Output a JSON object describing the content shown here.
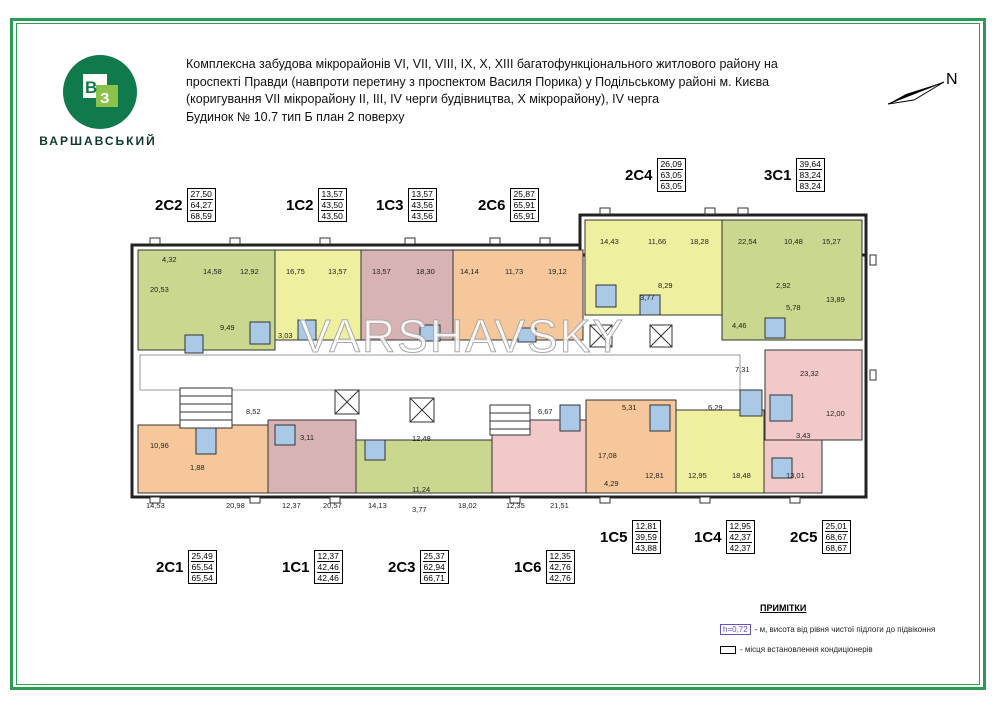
{
  "brand": {
    "logo_letters": "ВЗ",
    "name": "ВАРШАВСЬКИЙ"
  },
  "title_lines": [
    "Комплексна забудова мікрорайонів VI, VII, VIII, IX, X, XIII багатофункціонального житлового району на",
    "проспекті Правди (навпроти перетину з проспектом Василя Порика) у Подільському районі м. Києва",
    "(коригування VII мікрорайону II, III, IV черги будівництва, X мікрорайону),  IV  черга",
    "Будинок № 10.7   тип Б   план 2 поверху"
  ],
  "north_label": "N",
  "watermark": "VARSHAVSKY",
  "apartments": [
    {
      "code": "2С2",
      "v": [
        "27,50",
        "64,27",
        "68,59"
      ]
    },
    {
      "code": "1С2",
      "v": [
        "13,57",
        "43,50",
        "43,50"
      ]
    },
    {
      "code": "1С3",
      "v": [
        "13,57",
        "43,56",
        "43,56"
      ]
    },
    {
      "code": "2С6",
      "v": [
        "25,87",
        "65,91",
        "65,91"
      ]
    },
    {
      "code": "2С4",
      "v": [
        "26,09",
        "63,05",
        "63,05"
      ]
    },
    {
      "code": "3С1",
      "v": [
        "39,64",
        "83,24",
        "83,24"
      ]
    },
    {
      "code": "2С1",
      "v": [
        "25,49",
        "65,54",
        "65,54"
      ]
    },
    {
      "code": "1С1",
      "v": [
        "12,37",
        "42,46",
        "42,46"
      ]
    },
    {
      "code": "2С3",
      "v": [
        "25,37",
        "62,94",
        "66,71"
      ]
    },
    {
      "code": "1С6",
      "v": [
        "12,35",
        "42,76",
        "42,76"
      ]
    },
    {
      "code": "1С5",
      "v": [
        "12,81",
        "39,59",
        "43,88"
      ]
    },
    {
      "code": "1С4",
      "v": [
        "12,95",
        "42,37",
        "42,37"
      ]
    },
    {
      "code": "2С5",
      "v": [
        "25,01",
        "68,67",
        "68,67"
      ]
    }
  ],
  "room_labels": {
    "r1": "4,32",
    "r2": "20,53",
    "r3": "14,58",
    "r4": "12,92",
    "r5": "9,49",
    "r6": "16,75",
    "r7": "13,57",
    "r8": "13,57",
    "r9": "18,30",
    "r10": "14,14",
    "r11": "11,73",
    "r12": "19,12",
    "r13": "14,43",
    "r14": "11,66",
    "r15": "18,28",
    "r16": "22,54",
    "r17": "10,48",
    "r18": "15,27",
    "r19": "13,89",
    "r20": "5,78",
    "r21": "2,92",
    "r22": "4,46",
    "r23": "7,31",
    "r24": "23,32",
    "r25": "12,00",
    "r26": "3,43",
    "r27": "8,52",
    "r28": "10,96",
    "r29": "1,88",
    "r30": "14,53",
    "r31": "20,98",
    "r32": "3,11",
    "r33": "12,37",
    "r34": "20,57",
    "r35": "12,48",
    "r36": "11,24",
    "r37": "3,77",
    "r38": "14,13",
    "r39": "18,02",
    "r40": "6,67",
    "r41": "12,35",
    "r42": "21,51",
    "r43": "5,31",
    "r44": "17,08",
    "r45": "4,29",
    "r46": "12,81",
    "r47": "6,29",
    "r48": "12,95",
    "r49": "18,48",
    "r50": "13,01",
    "r51": "3,03",
    "r52": "8,29",
    "r53": "3,77"
  },
  "notes": {
    "title": "ПРИМІТКИ",
    "h_badge": "h=0,72",
    "line1": "- м, висота від рівня чистої підлоги до підвіконня",
    "line2": "- місця встановлення кондиціонерів"
  },
  "colors": {
    "green": "#c9d78f",
    "pink": "#f2c9c9",
    "orange": "#f6c79a",
    "yellow": "#eef0a0",
    "mauve": "#d8b3b3",
    "blue": "#a9c9e6",
    "frame": "#2e9b54",
    "logo": "#117a4c"
  }
}
